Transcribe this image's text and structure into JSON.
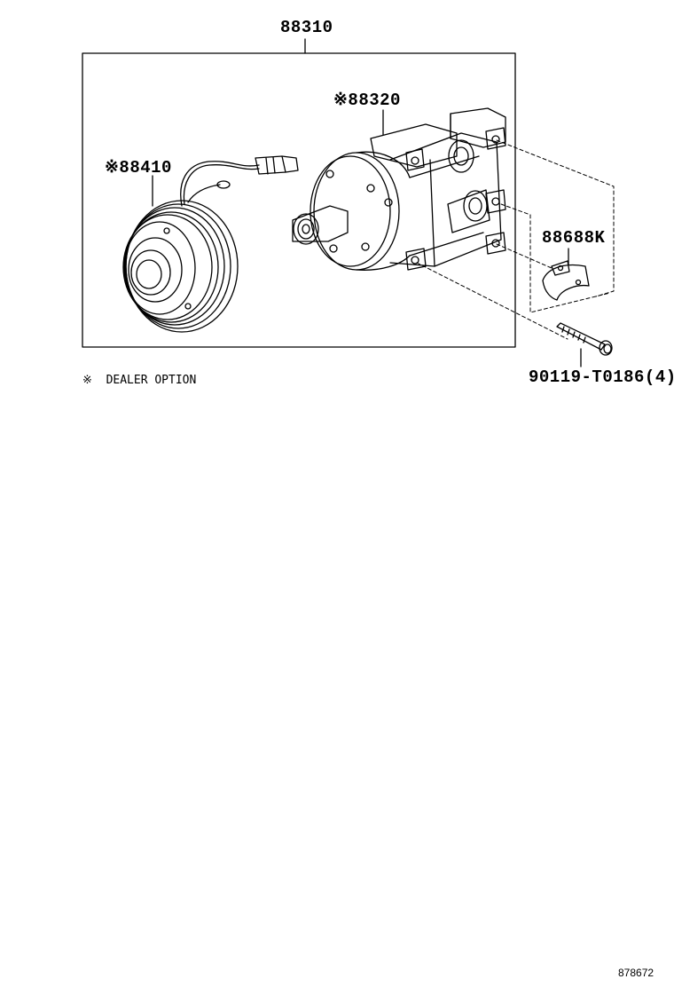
{
  "labels": {
    "assembly": "88310",
    "compressor": "※88320",
    "clutch": "※88410",
    "bracket": "88688K",
    "bolt": "90119-T0186(4)"
  },
  "note": {
    "symbol": "※",
    "text": "DEALER OPTION"
  },
  "figure_number": "878672"
}
